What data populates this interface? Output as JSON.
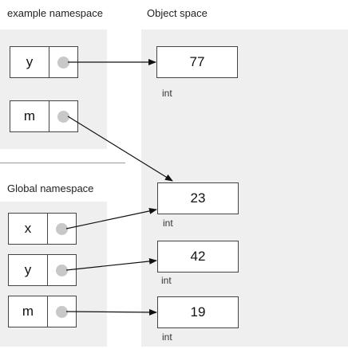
{
  "headings": {
    "example_namespace": "example namespace",
    "object_space": "Object space",
    "global_namespace": "Global namespace"
  },
  "example_namespace": {
    "variables": [
      {
        "name": "y"
      },
      {
        "name": "m"
      }
    ]
  },
  "global_namespace": {
    "variables": [
      {
        "name": "x"
      },
      {
        "name": "y"
      },
      {
        "name": "m"
      }
    ]
  },
  "objects": [
    {
      "value": "77",
      "type": "int"
    },
    {
      "value": "23",
      "type": "int"
    },
    {
      "value": "42",
      "type": "int"
    },
    {
      "value": "19",
      "type": "int"
    }
  ],
  "references": [
    {
      "from": "example.y",
      "to": "77"
    },
    {
      "from": "example.m",
      "to": "23"
    },
    {
      "from": "global.x",
      "to": "23"
    },
    {
      "from": "global.y",
      "to": "42"
    },
    {
      "from": "global.m",
      "to": "19"
    }
  ],
  "colors": {
    "panel_background": "#efefef",
    "reference_dot": "#c8c8c8",
    "border": "#444444"
  }
}
